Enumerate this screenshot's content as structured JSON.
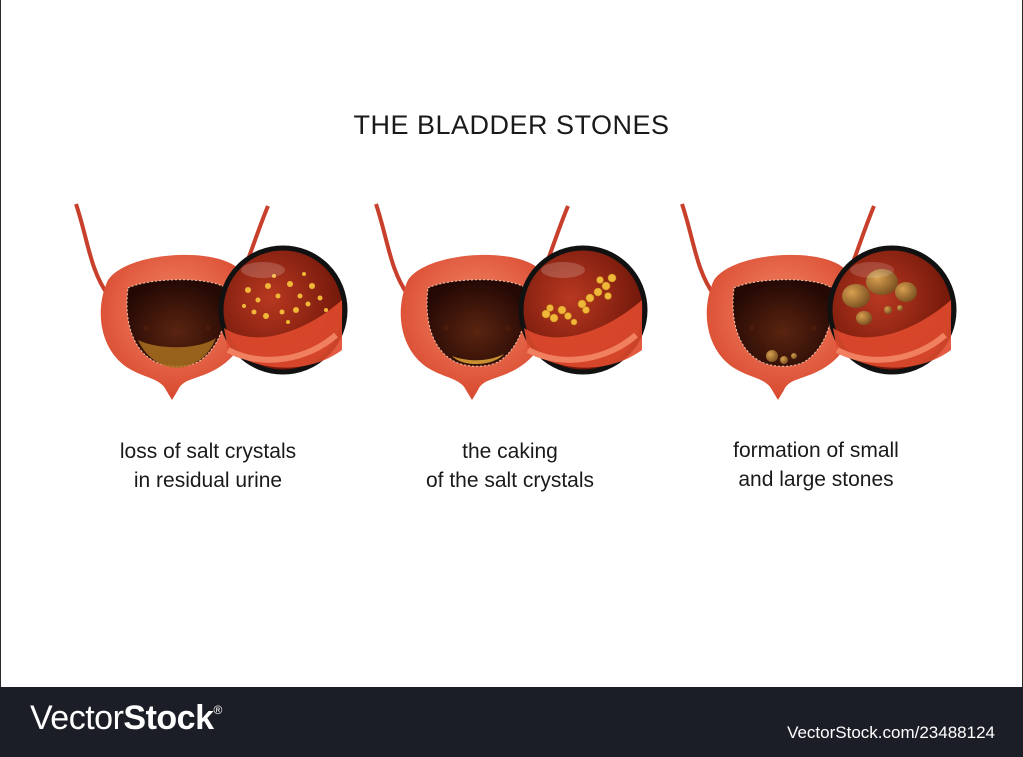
{
  "title": "THE BLADDER STONES",
  "stages": [
    {
      "line1": "loss of salt crystals",
      "line2": "in residual urine"
    },
    {
      "line1": "the caking",
      "line2": "of the salt crystals"
    },
    {
      "line1": "formation of small",
      "line2": "and large stones"
    }
  ],
  "footer": {
    "brand_part1": "Vector",
    "brand_part2": "Stock",
    "brand_mark": "®",
    "image_id": "VectorStock.com/23488124"
  },
  "colors": {
    "bladder": "#ec6a4f",
    "bladder_dark": "#c8402c",
    "interior": "#3a1208",
    "crystal": "#e8b030",
    "stone": "#a87830",
    "footer_bg": "#1b1e26"
  }
}
